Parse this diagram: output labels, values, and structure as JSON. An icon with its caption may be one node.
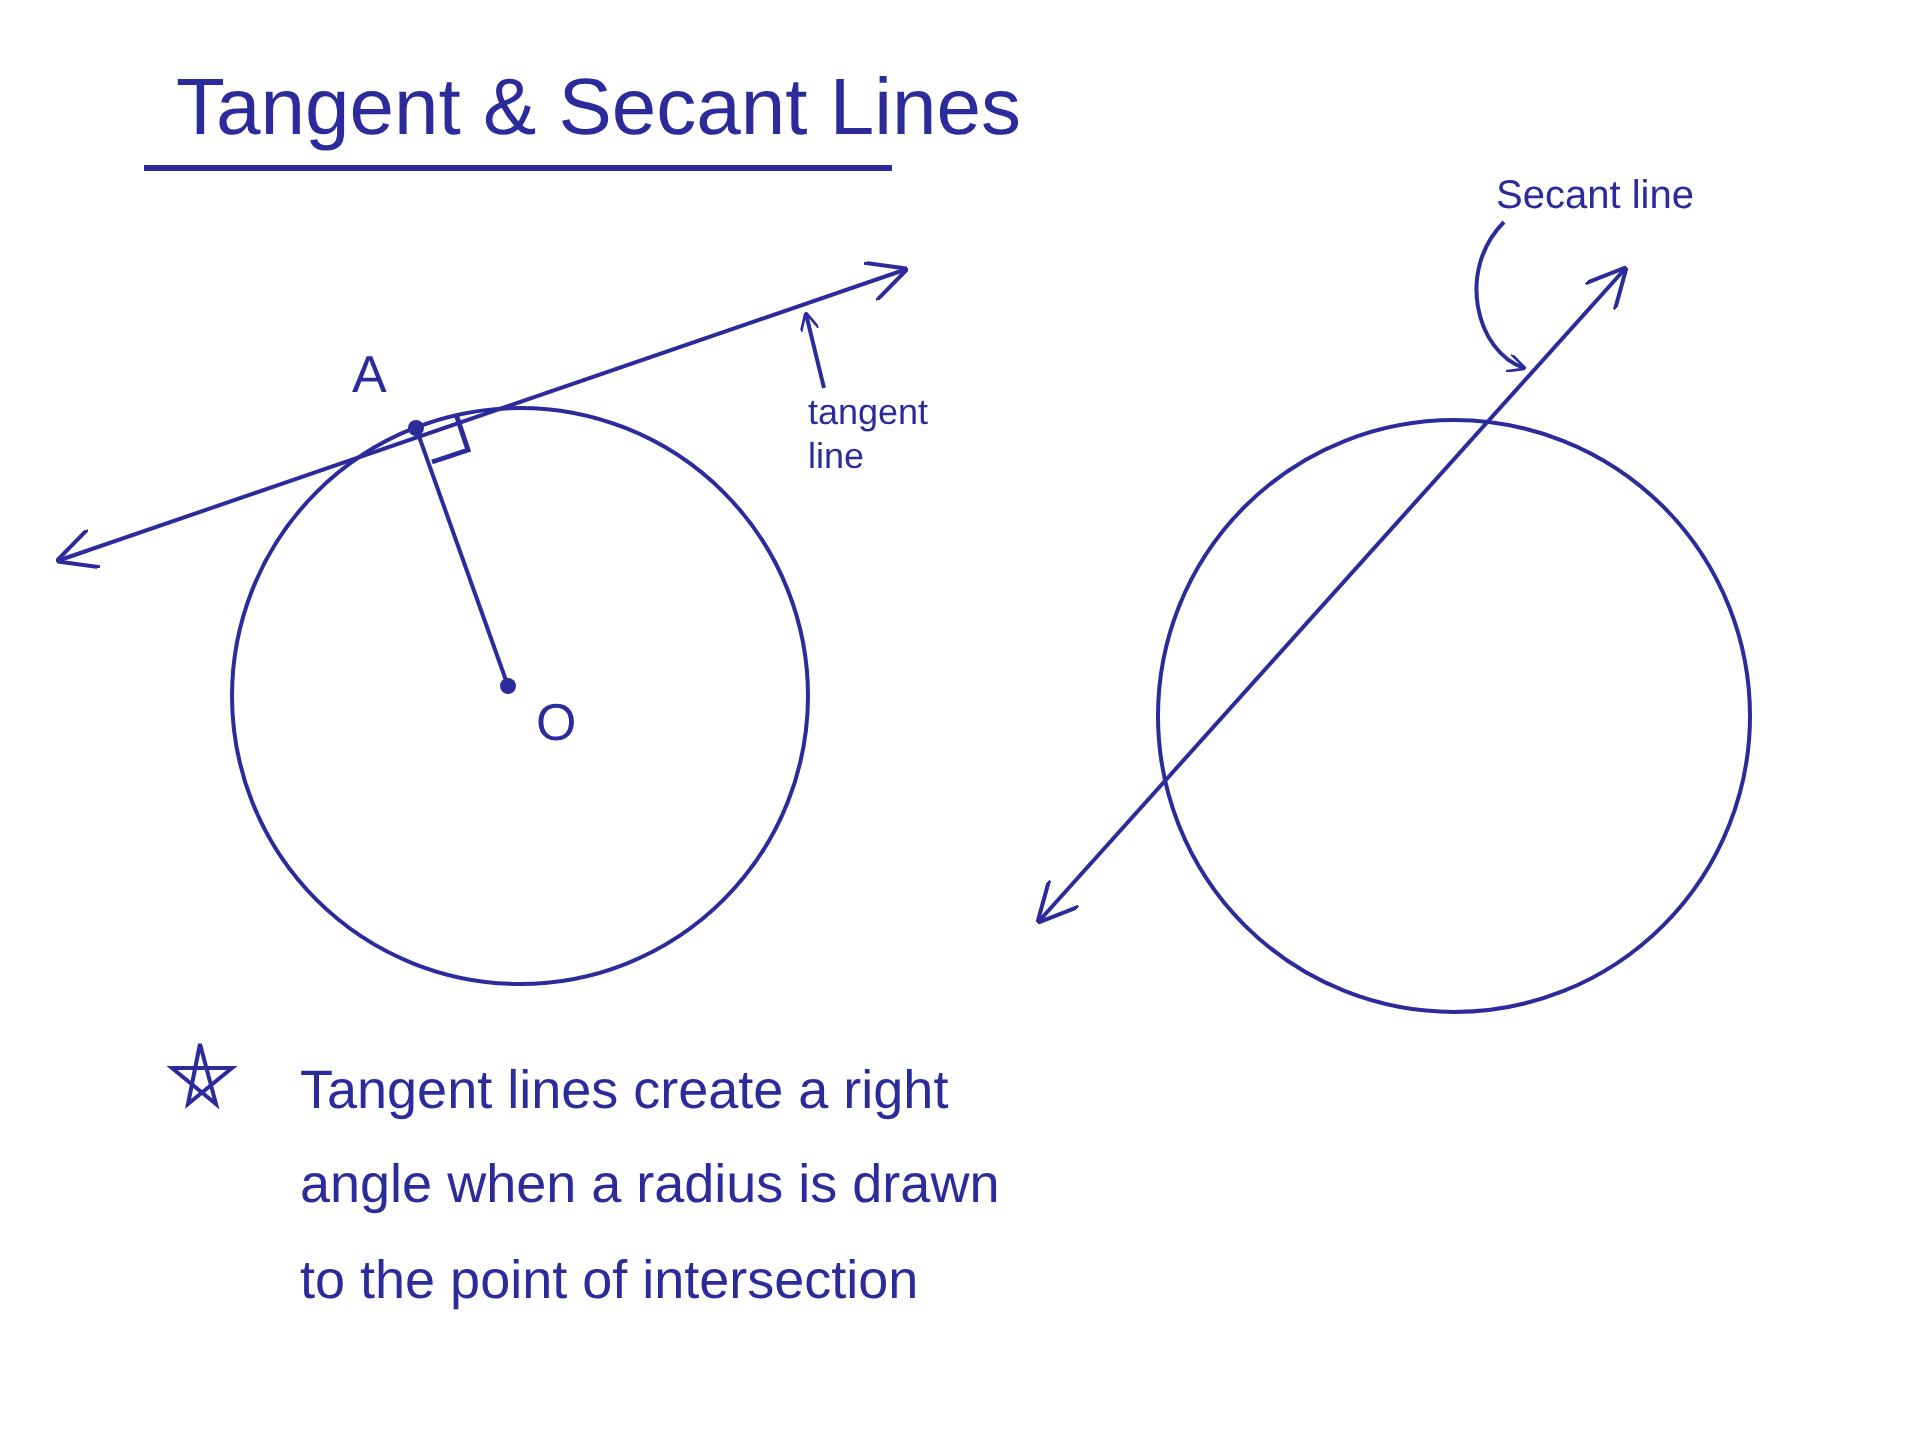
{
  "diagram": {
    "title": "Tangent & Secant Lines",
    "nodes": [
      {
        "text": [
          "tangent line"
        ]
      },
      {
        "text": [],
        "shape": "line"
      },
      {
        "text": [
          "Secant line"
        ]
      },
      {
        "text": [],
        "shape": "line"
      }
    ],
    "edges": [
      {
        "from": 0,
        "to": 1,
        "arrow": "to"
      },
      {
        "from": 2,
        "to": 3,
        "arrow": "to"
      }
    ],
    "labels": [
      "A",
      "O",
      "Tangent lines create a right angle when a radius is drawn to the point of intersection"
    ]
  }
}
